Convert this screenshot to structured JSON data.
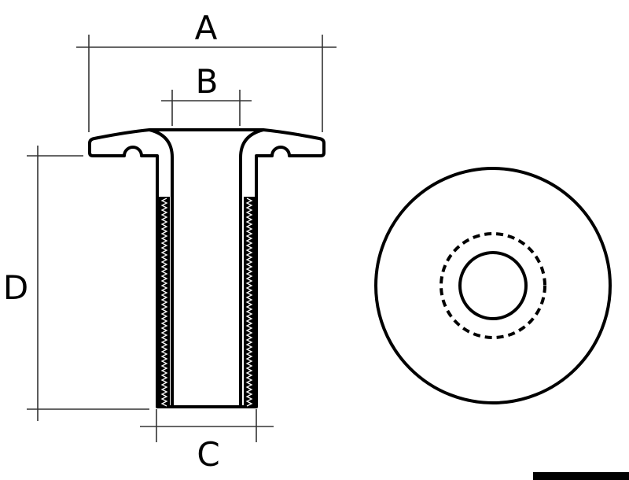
{
  "labels": {
    "a": "A",
    "b": "B",
    "c": "C",
    "d": "D"
  },
  "colors": {
    "line": "#000000",
    "dimension": "#333333",
    "background": "#ffffff"
  }
}
